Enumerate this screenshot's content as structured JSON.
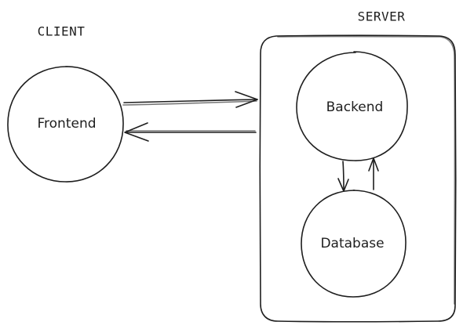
{
  "sections": {
    "client_label": "CLIENT",
    "server_label": "SERVER"
  },
  "nodes": {
    "frontend": "Frontend",
    "backend": "Backend",
    "database": "Database"
  },
  "colors": {
    "stroke": "#1e1e1e",
    "background": "#ffffff"
  }
}
